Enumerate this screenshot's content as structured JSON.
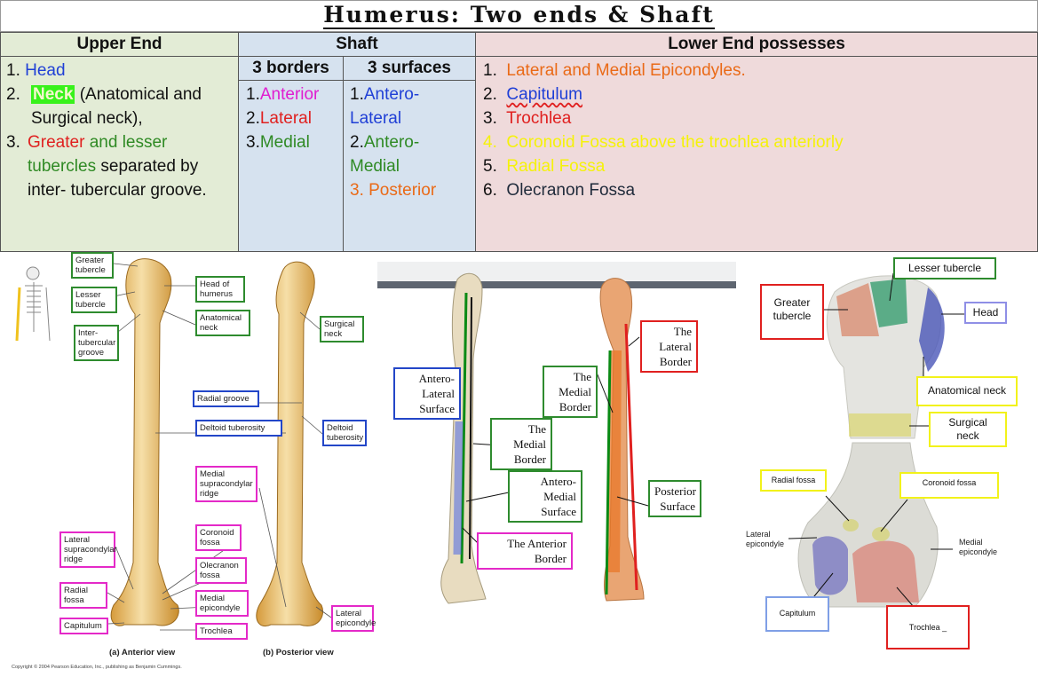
{
  "title": "Humerus: Two ends & Shaft",
  "table": {
    "upper_end": {
      "header": "Upper End",
      "items": [
        {
          "num": "1.",
          "text": "Head"
        },
        {
          "num": "2.",
          "neck": "Neck",
          "rest": " (Anatomical and Surgical neck),"
        },
        {
          "num": "3.",
          "greater": "Greater",
          "and": " and ",
          "lesser": "lesser tubercles",
          "rest": " separated by inter- tubercular groove."
        }
      ]
    },
    "shaft": {
      "header": "Shaft",
      "borders_header": "3 borders",
      "surfaces_header": "3 surfaces",
      "borders": [
        {
          "num": "1.",
          "text": "Anterior"
        },
        {
          "num": "2.",
          "text": "Lateral"
        },
        {
          "num": "3.",
          "text": "Medial"
        }
      ],
      "surfaces": [
        {
          "num": "1.",
          "text": "Antero-Lateral"
        },
        {
          "num": "2.",
          "text": "Antero-Medial"
        },
        {
          "num": "3.",
          "text": " Posterior"
        }
      ]
    },
    "lower_end": {
      "header": "Lower End possesses",
      "items": [
        {
          "num": "1.",
          "text": "Lateral and Medial Epicondyles."
        },
        {
          "num": "2.",
          "text": "Capitulum"
        },
        {
          "num": "3.",
          "text": "Trochlea"
        },
        {
          "num": "4.",
          "text": "Coronoid Fossa above the trochlea anteriorly"
        },
        {
          "num": "5.",
          "text": "Radial Fossa"
        },
        {
          "num": "6.",
          "text": "Olecranon Fossa"
        }
      ]
    }
  },
  "fig_left": {
    "labels": {
      "greater_tubercle": "Greater tubercle",
      "lesser_tubercle": "Lesser tubercle",
      "intertubercular_groove": "Inter-\ntubercular\ngroove",
      "head_of_humerus": "Head of humerus",
      "anatomical_neck": "Anatomical neck",
      "surgical_neck": "Surgical neck",
      "radial_groove": "Radial groove",
      "deltoid_tuberosity": "Deltoid tuberosity",
      "deltoid_tuberosity_post": "Deltoid tuberosity",
      "medial_supracondylar_ridge": "Medial supracondylar ridge",
      "coronoid_fossa": "Coronoid fossa",
      "olecranon_fossa": "Olecranon fossa",
      "medial_epicondyle": "Medial epicondyle",
      "trochlea": "Trochlea",
      "lateral_supracondylar_ridge": "Lateral supracondylar ridge",
      "radial_fossa": "Radial fossa",
      "capitulum": "Capitulum",
      "lateral_epicondyle": "Lateral epicondyle"
    },
    "caption_anterior": "(a) Anterior view",
    "caption_posterior": "(b) Posterior view",
    "copyright": "Copyright © 2004 Pearson Education, Inc., publishing as Benjamin Cummings."
  },
  "fig_mid": {
    "antero_lateral_surface": "Antero-Lateral\nSurface",
    "medial_border_1": "The Medial\nBorder",
    "medial_border_2": "The Medial\nBorder",
    "antero_medial_surface": "Antero-Medial\nSurface",
    "anterior_border": "The Anterior Border",
    "lateral_border": "The Lateral\nBorder",
    "posterior_surface": "Posterior\nSurface"
  },
  "fig_right": {
    "lesser_tubercle": "Lesser tubercle",
    "greater_tubercle": "Greater\ntubercle",
    "head": "Head",
    "anatomical_neck": "Anatomical neck",
    "surgical_neck": "Surgical neck",
    "radial_fossa": "Radial fossa",
    "coronoid_fossa": "Coronoid fossa",
    "lateral_epicondyle": "Lateral\nepicondyle",
    "medial_epicondyle": "Medial\nepicondyle",
    "capitulum": "Capitulum",
    "trochlea": "Trochlea _"
  }
}
